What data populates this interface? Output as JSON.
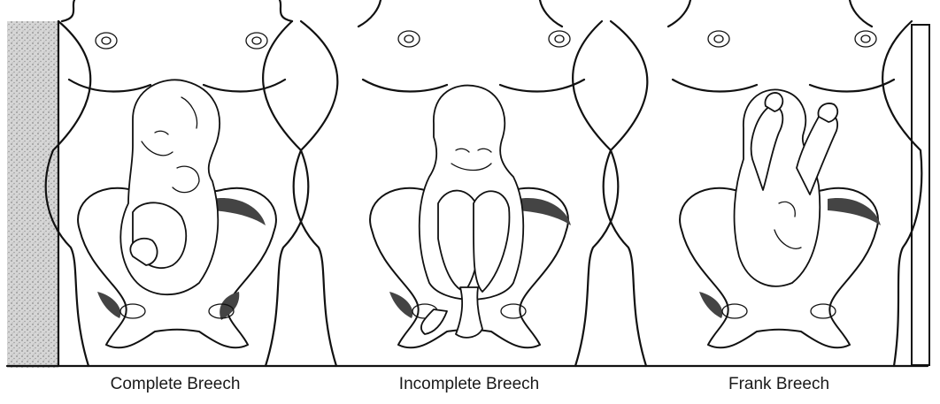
{
  "panels": [
    {
      "id": "complete",
      "caption": "Complete Breech"
    },
    {
      "id": "incomplete",
      "caption": "Incomplete Breech"
    },
    {
      "id": "frank",
      "caption": "Frank Breech"
    }
  ],
  "colors": {
    "ink": "#111111",
    "background": "#ffffff",
    "shading": "#bdbdbd"
  }
}
